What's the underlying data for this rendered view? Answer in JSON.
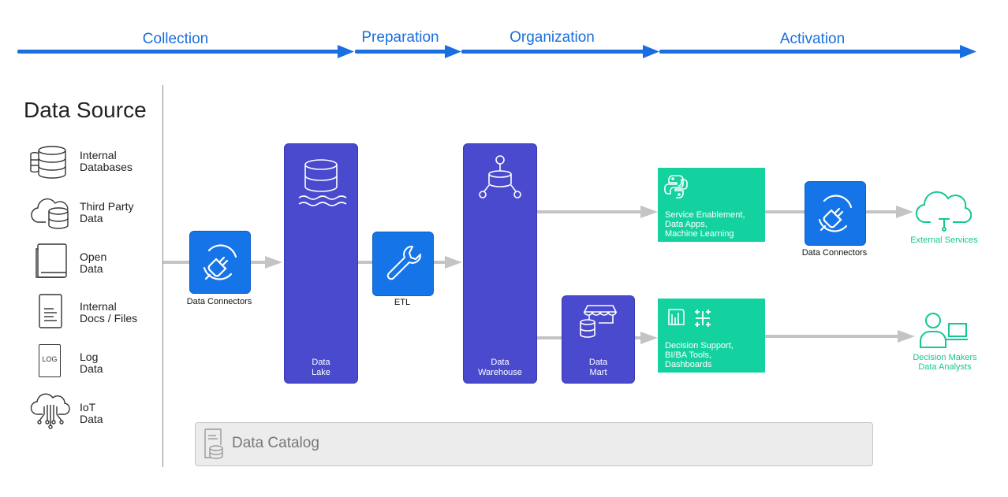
{
  "phases": [
    "Collection",
    "Preparation",
    "Organization",
    "Activation"
  ],
  "title": "Data Source",
  "sources": [
    {
      "icon": "database-icon",
      "label": "Internal\nDatabases"
    },
    {
      "icon": "cloud-database-icon",
      "label": "Third Party\nData"
    },
    {
      "icon": "book-icon",
      "label": "Open\nData"
    },
    {
      "icon": "document-icon",
      "label": "Internal\nDocs / Files"
    },
    {
      "icon": "log-file-icon",
      "label": "Log\nData",
      "icon_text": "LOG"
    },
    {
      "icon": "iot-cloud-icon",
      "label": "IoT\nData"
    }
  ],
  "nodes": {
    "data_connectors_in": "Data Connectors",
    "data_lake": "Data\nLake",
    "etl": "ETL",
    "data_warehouse": "Data\nWarehouse",
    "data_mart": "Data\nMart",
    "service_box": "Service Enablement,\nData Apps,\nMachine Learning",
    "decision_box": "Decision Support,\nBI/BA Tools,\nDashboards",
    "data_connectors_out": "Data Connectors",
    "external_services": "External Services",
    "decision_makers": "Decision Makers\nData Analysts"
  },
  "catalog": "Data Catalog",
  "colors": {
    "phase_blue": "#1a6fe0",
    "connector_blue": "#1575e8",
    "storage_purple": "#4a4acf",
    "activation_green": "#14d29f",
    "arrow_gray": "#c4c4c4"
  }
}
